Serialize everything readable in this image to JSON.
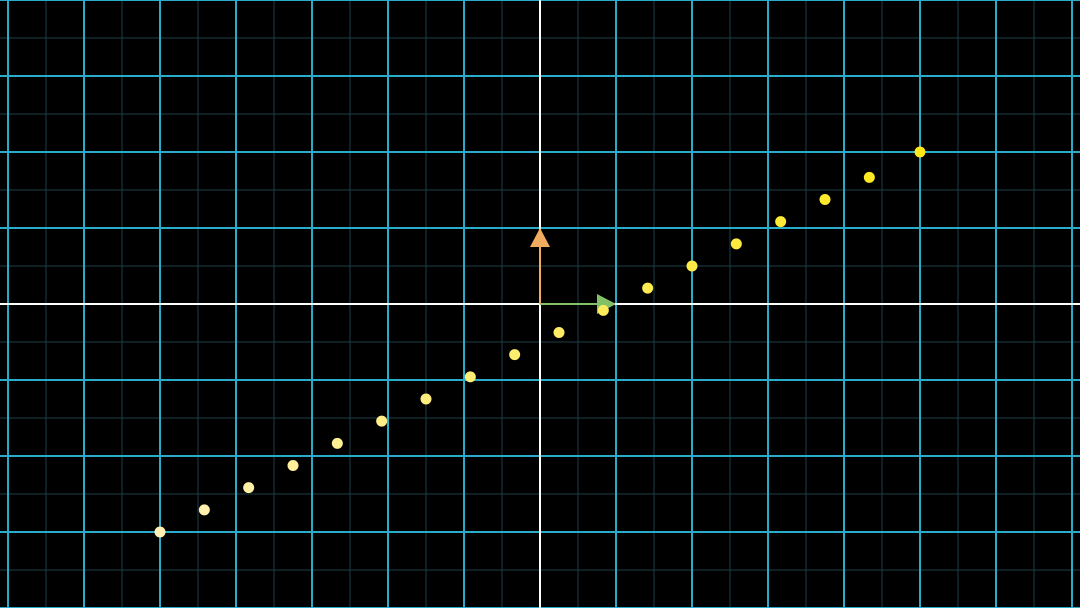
{
  "diagram": {
    "grid": {
      "x_range": [
        -7,
        7
      ],
      "y_range": [
        -4,
        4
      ],
      "major_step": 1,
      "minor_step": 0.5,
      "major_color": "#29ABCA",
      "minor_color": "#1d3f4a",
      "axis_color": "#FFFFFF",
      "background": "#000000"
    },
    "basis_vectors": [
      {
        "name": "i-hat",
        "x": 1,
        "y": 0,
        "color": "#83C167"
      },
      {
        "name": "j-hat",
        "x": 0,
        "y": 1,
        "color": "#F0AC5F"
      }
    ],
    "dots": {
      "color_start": "#FFF1B6",
      "color_end": "#FFE81A",
      "points": [
        [
          -5,
          -3
        ],
        [
          -4.4167,
          -2.7083
        ],
        [
          -3.8333,
          -2.4167
        ],
        [
          -3.25,
          -2.125
        ],
        [
          -2.6667,
          -1.8333
        ],
        [
          -2.0833,
          -1.5417
        ],
        [
          -1.5,
          -1.25
        ],
        [
          -0.9167,
          -0.9583
        ],
        [
          -0.3333,
          -0.6667
        ],
        [
          0.25,
          -0.375
        ],
        [
          0.8333,
          -0.0833
        ],
        [
          1.4167,
          0.2083
        ],
        [
          2.0,
          0.5
        ],
        [
          2.5833,
          0.7917
        ],
        [
          3.1667,
          1.0833
        ],
        [
          3.75,
          1.375
        ],
        [
          4.3333,
          1.6667
        ],
        [
          5.0,
          2.0
        ]
      ]
    }
  }
}
